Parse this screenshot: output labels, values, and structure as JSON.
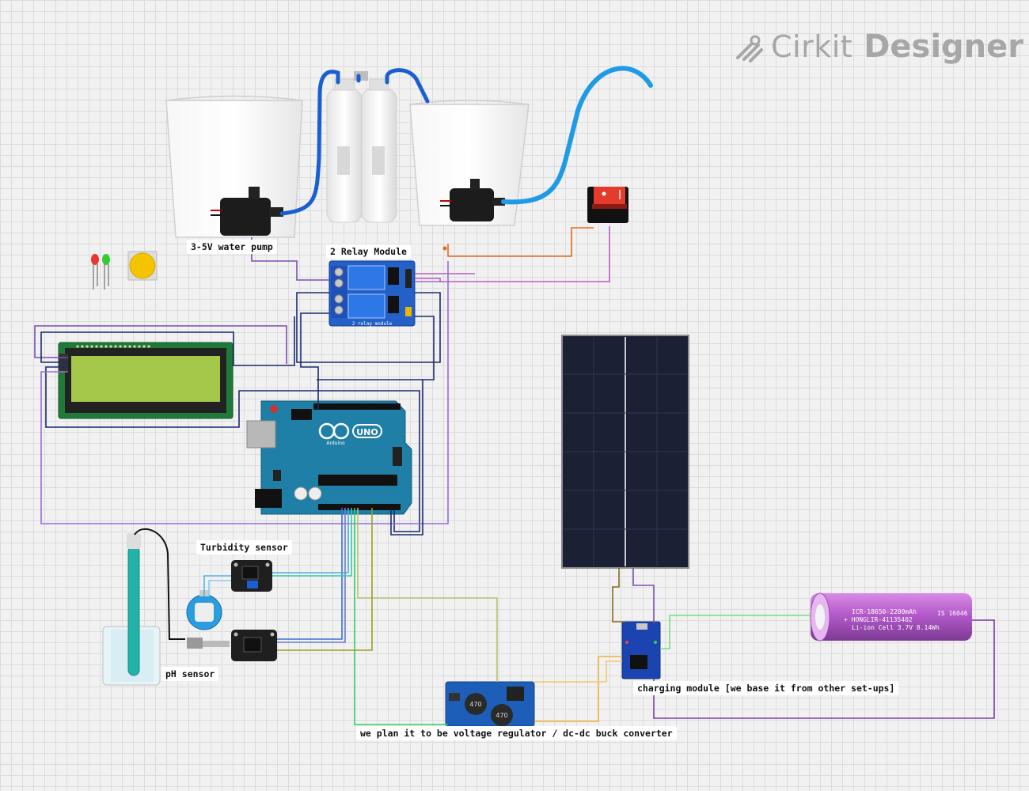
{
  "brand": {
    "word1": "Cirkit",
    "word2": "Designer",
    "icon": "cirkit-logo-icon"
  },
  "labels": {
    "water_pump": "3-5V water pump",
    "relay_module": "2 Relay Module",
    "turbidity_sensor": "Turbidity sensor",
    "ph_sensor": "pH sensor",
    "charging_module": "charging module [we base it from other set-ups]",
    "buck_converter": "we plan it to be voltage regulator / dc-dc buck converter"
  },
  "component_text": {
    "relay_board": "2 relay module",
    "arduino_logo": "UNO",
    "arduino_brand": "Arduino",
    "battery_line1": "ICR-18650-2200mAh",
    "battery_line2": "+ HONGLIR-41135402",
    "battery_line3": "Li-ion Cell 3.7V 8.14Wh",
    "battery_side": "IS 16046",
    "buck_cap1": "470",
    "buck_cap2": "470"
  },
  "colors": {
    "tube": "#1e8fe0",
    "arduino": "#1f7fa6",
    "relay_board": "#2360c8",
    "lcd_screen": "#a5c84a",
    "solar_panel": "#1b2035",
    "battery": "#b85fd0"
  }
}
